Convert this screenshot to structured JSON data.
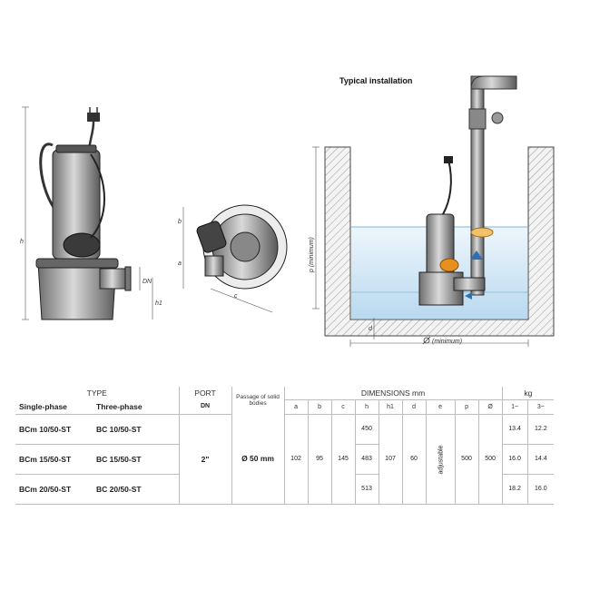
{
  "installation_title": "Typical installation",
  "diagram_labels": {
    "h": "h",
    "dn": "DN",
    "h1": "h1",
    "a": "a",
    "b": "b",
    "c": "c",
    "p_min": "p (minimum)",
    "d": "d",
    "diameter_min": "(minimum)"
  },
  "table": {
    "type_header": "TYPE",
    "single_phase_header": "Single-phase",
    "three_phase_header": "Three-phase",
    "port_header": "PORT",
    "port_sub": "DN",
    "passage_header": "Passage of solid bodies",
    "dimensions_header": "DIMENSIONS mm",
    "kg_header": "kg",
    "dim_columns": [
      "a",
      "b",
      "c",
      "h",
      "h1",
      "d",
      "e",
      "p",
      "Ø"
    ],
    "kg_columns": [
      "1~",
      "3~"
    ],
    "rows": [
      {
        "single": "BCm 10/50-ST",
        "three": "BC 10/50-ST",
        "h": "450",
        "kg1": "13.4",
        "kg3": "12.2"
      },
      {
        "single": "BCm 15/50-ST",
        "three": "BC 15/50-ST",
        "h": "483",
        "kg1": "16.0",
        "kg3": "14.4"
      },
      {
        "single": "BCm 20/50-ST",
        "three": "BC 20/50-ST",
        "h": "513",
        "kg1": "18.2",
        "kg3": "16.0"
      }
    ],
    "shared": {
      "port": "2\"",
      "passage": "Ø 50 mm",
      "a": "102",
      "b": "95",
      "c": "145",
      "h1": "107",
      "d": "60",
      "e": "adjustable",
      "p": "500",
      "dia": "500"
    }
  }
}
